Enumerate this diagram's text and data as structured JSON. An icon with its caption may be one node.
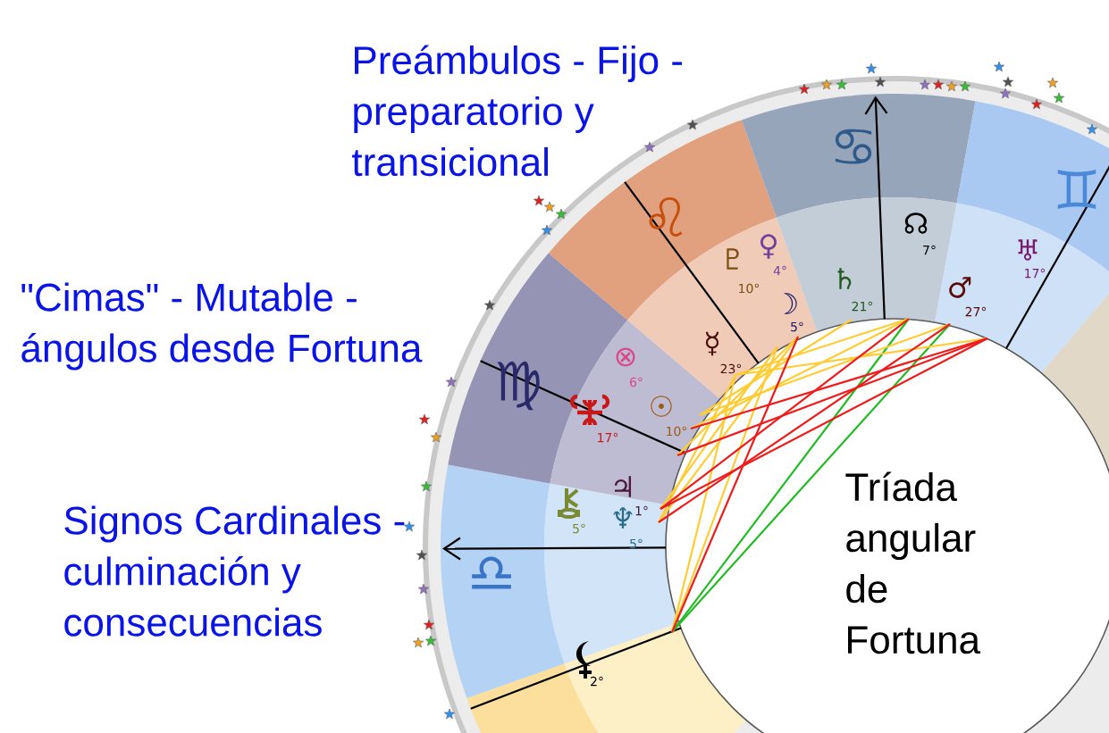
{
  "diagram": {
    "labels": [
      "Preámbulos - Fijo - preparatorio y transicional",
      "\"Cimas\" - Mutable - ángulos desde Fortuna",
      "Signos Cardinales - culminación y consecuencias",
      "Tríada angular de Fortuna",
      "♋",
      "♊",
      "♌",
      "♍",
      "♎",
      "♇",
      "10°",
      "♀",
      "4°",
      "☽",
      "5°",
      "♄",
      "21°",
      "☊",
      "7°",
      "♂",
      "27°",
      "♅",
      "17°",
      "☿",
      "23°",
      "⊗",
      "6°",
      "☉",
      "10°",
      "17°",
      "♃",
      "1°",
      "5°",
      "♆",
      "5°",
      "2°"
    ]
  }
}
